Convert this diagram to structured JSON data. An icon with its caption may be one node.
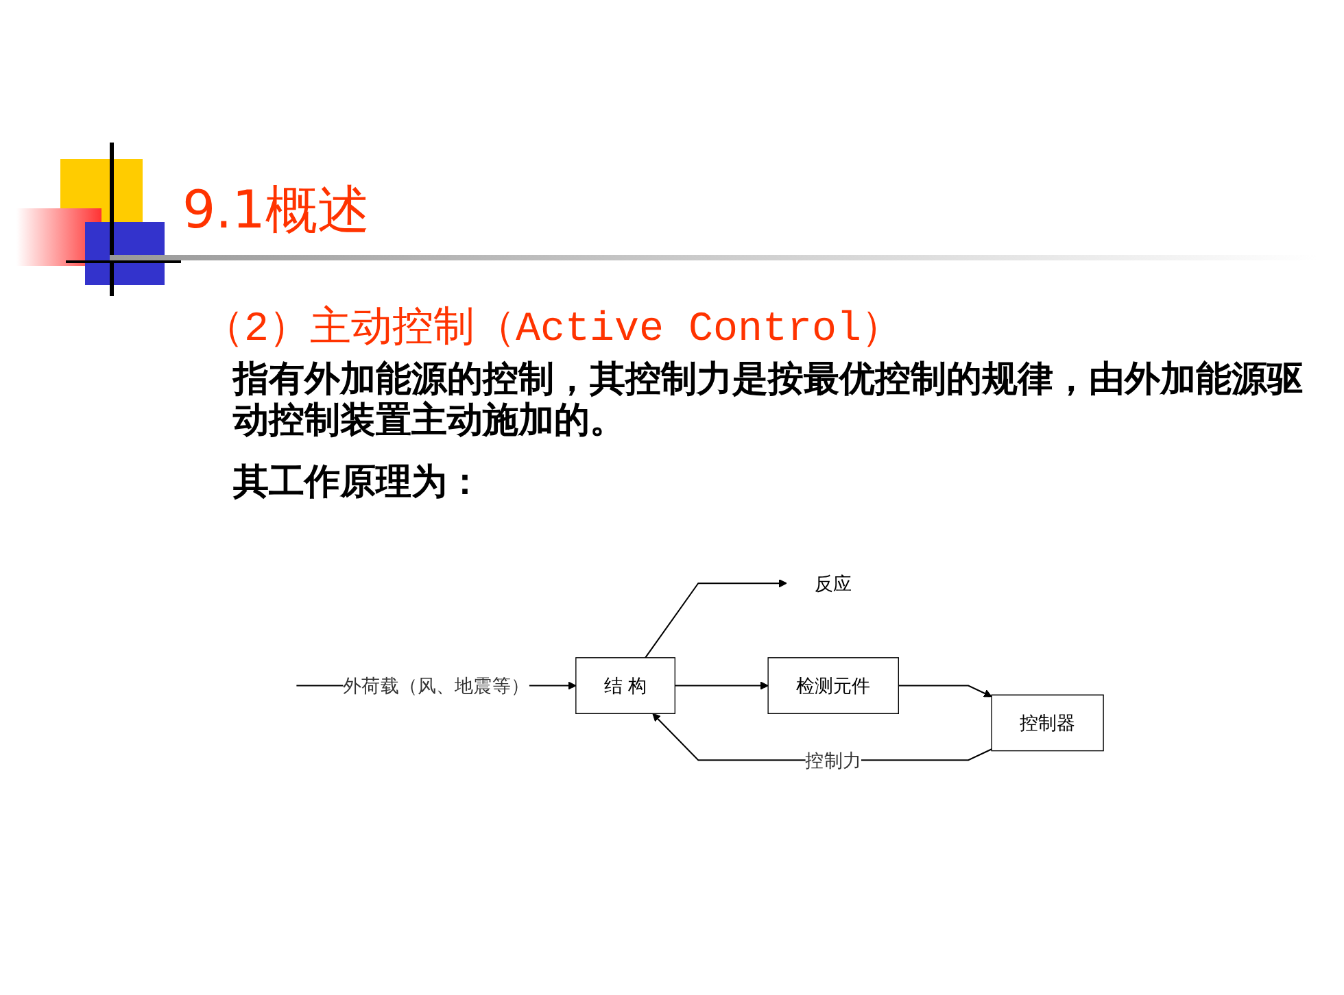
{
  "diagram": {
    "title": "9.1概述",
    "nodes": [
      {
        "text": [
          "结 构"
        ]
      },
      {
        "text": [
          "反应"
        ]
      },
      {
        "text": [
          "控制器"
        ]
      },
      {
        "text": [
          "检测元件"
        ]
      }
    ],
    "edges": [
      {
        "from": null,
        "to": 0,
        "arrow": "to",
        "label": "外荷载（风、地震等）"
      },
      {
        "from": 0,
        "to": 1,
        "arrow": "to"
      },
      {
        "from": 0,
        "to": 3,
        "arrow": "to"
      },
      {
        "from": 3,
        "to": 2,
        "arrow": "to"
      },
      {
        "from": 2,
        "to": 0,
        "arrow": "to",
        "label": "控制力"
      }
    ],
    "labels": [
      "（2）主动控制（Active Control）",
      "指有外加能源的控制，其控制力是按最优控制的规律，由外加能源驱动控制装置主动施加的。",
      "其工作原理为："
    ]
  }
}
